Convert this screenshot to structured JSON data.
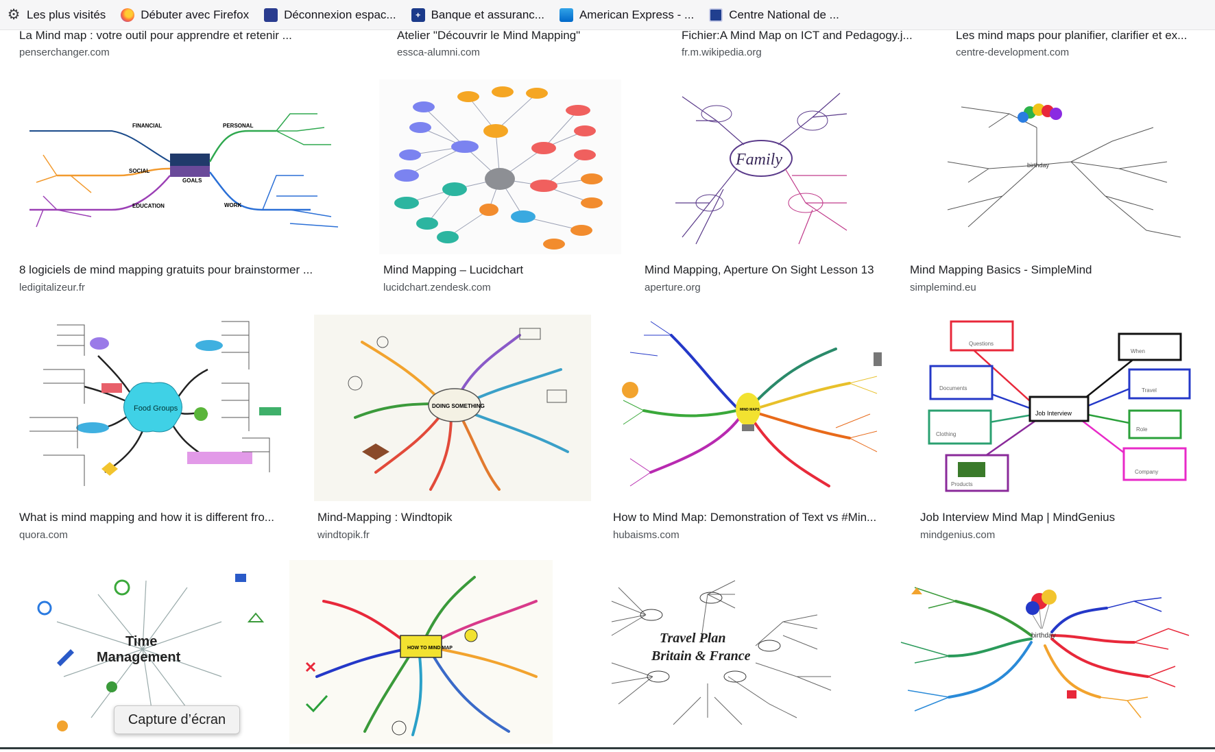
{
  "bookmarks": [
    {
      "label": "Les plus visités",
      "icon": "gear-icon"
    },
    {
      "label": "Débuter avec Firefox",
      "icon": "firefox-icon"
    },
    {
      "label": "Déconnexion espac...",
      "icon": "site-icon"
    },
    {
      "label": "Banque et assuranc...",
      "icon": "bank-icon"
    },
    {
      "label": "American Express - ...",
      "icon": "amex-icon"
    },
    {
      "label": "Centre National de ...",
      "icon": "cnd-icon"
    }
  ],
  "top_row": [
    {
      "title": "La Mind map : votre outil pour apprendre et retenir ...",
      "source": "penserchanger.com"
    },
    {
      "title": "Atelier \"Découvrir le Mind Mapping\"",
      "source": "essca-alumni.com"
    },
    {
      "title": "Fichier:A Mind Map on ICT and Pedagogy.j...",
      "source": "fr.m.wikipedia.org"
    },
    {
      "title": "Les mind maps pour planifier, clarifier et ex...",
      "source": "centre-development.com"
    }
  ],
  "row2": [
    {
      "title": "8 logiciels de mind mapping gratuits pour brainstormer ...",
      "source": "ledigitalizeur.fr"
    },
    {
      "title": "Mind Mapping – Lucidchart",
      "source": "lucidchart.zendesk.com"
    },
    {
      "title": "Mind Mapping, Aperture On Sight Lesson 13",
      "source": "aperture.org"
    },
    {
      "title": "Mind Mapping Basics - SimpleMind",
      "source": "simplemind.eu"
    }
  ],
  "row3": [
    {
      "title": "What is mind mapping and how it is different fro...",
      "source": "quora.com"
    },
    {
      "title": "Mind-Mapping : Windtopik",
      "source": "windtopik.fr"
    },
    {
      "title": "How to Mind Map: Demonstration of Text vs #Min...",
      "source": "hubaisms.com"
    },
    {
      "title": "Job Interview Mind Map | MindGenius",
      "source": "mindgenius.com"
    }
  ],
  "thumb_text": {
    "goals": {
      "center": "GOALS",
      "financial": "FINANCIAL",
      "personal": "PERSONAL",
      "social": "SOCIAL",
      "education": "EDUCATION",
      "work": "WORK"
    },
    "family": {
      "center": "Family"
    },
    "food": {
      "center": "Food Groups"
    },
    "windtopik": {
      "center": "DOING SOMETHING"
    },
    "hubaisms": {
      "center": "MIND MAPS"
    },
    "job": {
      "center": "Job Interview",
      "questions": "Questions",
      "when": "When",
      "documents": "Documents",
      "travel": "Travel",
      "clothing": "Clothing",
      "role": "Role",
      "products": "Products",
      "company": "Company"
    },
    "time": {
      "center_line1": "Time",
      "center_line2": "Management"
    },
    "howto": {
      "center": "HOW TO MIND MAP"
    },
    "travel": {
      "center_line1": "Travel Plan",
      "center_line2": "Britain & France"
    },
    "birthday": {
      "center": "birthday"
    }
  },
  "tooltip": "Capture d’écran",
  "colors": {
    "bookmark_bar": "#f6f6f7",
    "title_text": "#202124",
    "source_text": "#4d5156"
  }
}
